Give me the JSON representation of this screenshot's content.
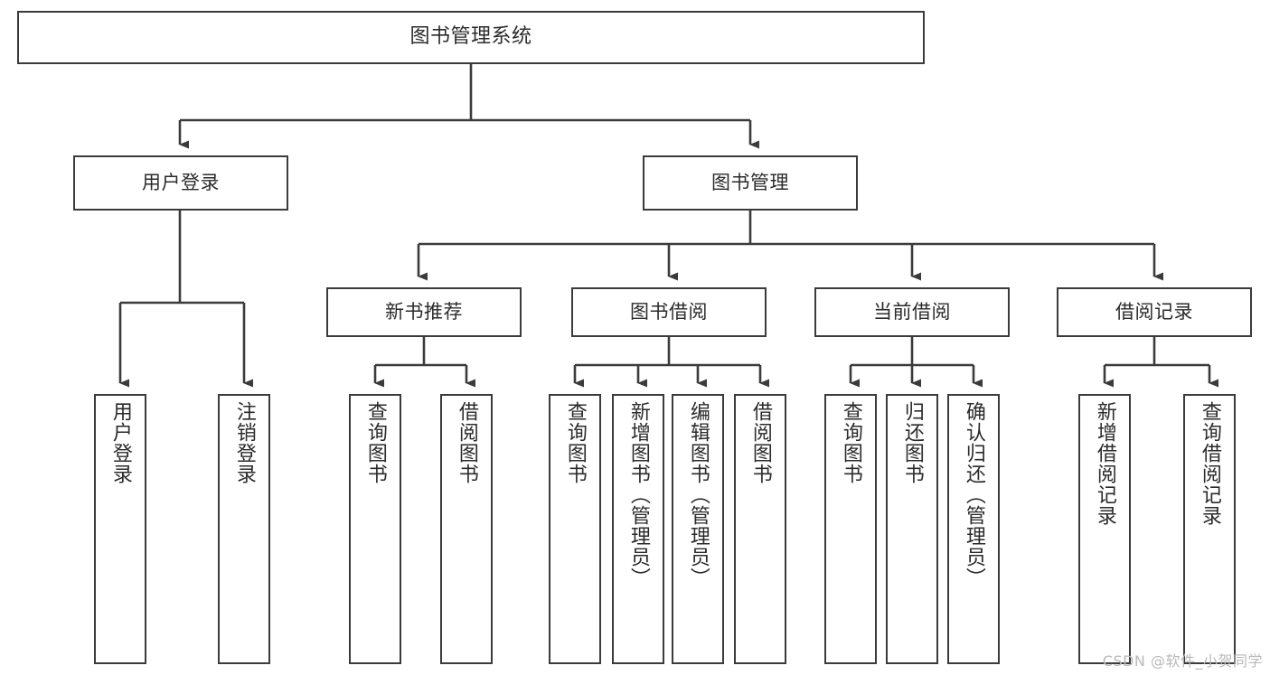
{
  "diagram": {
    "title": "图书管理系统",
    "type": "functional-decomposition-tree",
    "colors": {
      "box_border": "#3b3b3b",
      "box_fill": "#ffffff",
      "connector": "#3b3b3b",
      "text": "#2b2b2b",
      "background": "#ffffff",
      "watermark": "#b9b9b9"
    },
    "root": {
      "label": "图书管理系统"
    },
    "level2": [
      {
        "label": "用户登录"
      },
      {
        "label": "图书管理"
      }
    ],
    "level3": [
      {
        "label": "新书推荐"
      },
      {
        "label": "图书借阅"
      },
      {
        "label": "当前借阅"
      },
      {
        "label": "借阅记录"
      }
    ],
    "leaves": {
      "user_login": [
        {
          "label": "用户登录"
        },
        {
          "label": "注销登录"
        }
      ],
      "new_book_recommend": [
        {
          "label": "查询图书"
        },
        {
          "label": "借阅图书"
        }
      ],
      "book_borrow": [
        {
          "label": "查询图书"
        },
        {
          "label": "新增图书（管理员）"
        },
        {
          "label": "编辑图书（管理员）"
        },
        {
          "label": "借阅图书"
        }
      ],
      "current_borrow": [
        {
          "label": "查询图书"
        },
        {
          "label": "归还图书"
        },
        {
          "label": "确认归还（管理员）"
        }
      ],
      "borrow_record": [
        {
          "label": "新增借阅记录"
        },
        {
          "label": "查询借阅记录"
        }
      ]
    }
  },
  "watermark": {
    "text": "CSDN @软件_小贺同学"
  }
}
